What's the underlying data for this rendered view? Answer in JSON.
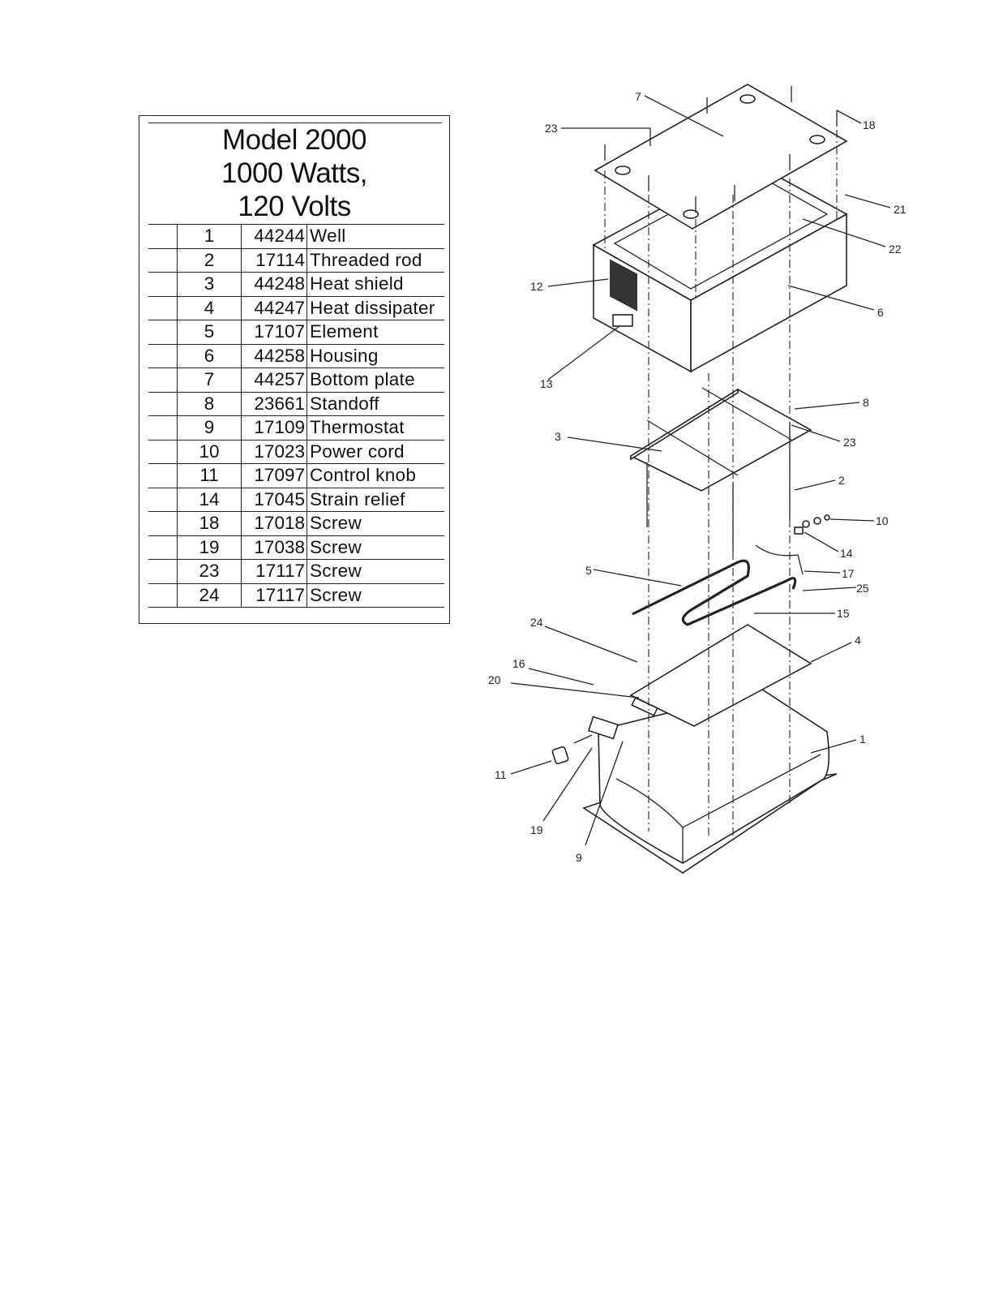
{
  "title": {
    "line1": "Model 2000",
    "line2": "1000 Watts,",
    "line3": "120 Volts"
  },
  "parts_table": {
    "rows": [
      {
        "item": "1",
        "part": "44244",
        "desc": "Well"
      },
      {
        "item": "2",
        "part": "17114",
        "desc": "Threaded rod"
      },
      {
        "item": "3",
        "part": "44248",
        "desc": "Heat shield"
      },
      {
        "item": "4",
        "part": "44247",
        "desc": "Heat dissipater"
      },
      {
        "item": "5",
        "part": "17107",
        "desc": "Element"
      },
      {
        "item": "6",
        "part": "44258",
        "desc": "Housing"
      },
      {
        "item": "7",
        "part": "44257",
        "desc": "Bottom plate"
      },
      {
        "item": "8",
        "part": "23661",
        "desc": "Standoff"
      },
      {
        "item": "9",
        "part": "17109",
        "desc": "Thermostat"
      },
      {
        "item": "10",
        "part": "17023",
        "desc": "Power cord"
      },
      {
        "item": "11",
        "part": "17097",
        "desc": "Control knob"
      },
      {
        "item": "14",
        "part": "17045",
        "desc": "Strain relief"
      },
      {
        "item": "18",
        "part": "17018",
        "desc": "Screw"
      },
      {
        "item": "19",
        "part": "17038",
        "desc": "Screw"
      },
      {
        "item": "23",
        "part": "17117",
        "desc": "Screw"
      },
      {
        "item": "24",
        "part": "17117",
        "desc": "Screw"
      }
    ]
  },
  "diagram": {
    "callouts": {
      "c7": "7",
      "c23a": "23",
      "c18": "18",
      "c21": "21",
      "c22": "22",
      "c12": "12",
      "c6": "6",
      "c13": "13",
      "c8": "8",
      "c3": "3",
      "c23b": "23",
      "c2": "2",
      "c10": "10",
      "c14": "14",
      "c5": "5",
      "c17": "17",
      "c25": "25",
      "c15": "15",
      "c24": "24",
      "c4": "4",
      "c16": "16",
      "c20": "20",
      "c1": "1",
      "c11": "11",
      "c19": "19",
      "c9": "9"
    }
  }
}
